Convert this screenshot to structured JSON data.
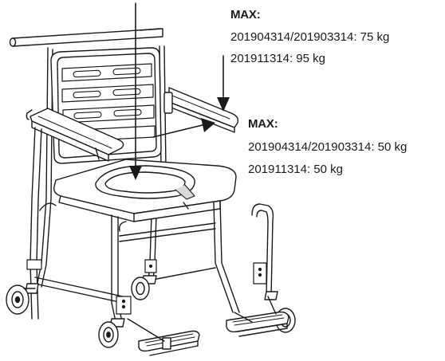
{
  "diagram": {
    "subject": "commode-shower-chair",
    "back_load": {
      "heading": "MAX:",
      "lines": [
        "201904314/201903314: 75 kg",
        "201911314: 95 kg"
      ]
    },
    "arm_load": {
      "heading": "MAX:",
      "lines": [
        "201904314/201903314: 50 kg",
        "201911314: 50 kg"
      ]
    },
    "colors": {
      "line": "#1a1a1a",
      "fill": "#ffffff",
      "shade": "#d9d9d9"
    }
  }
}
